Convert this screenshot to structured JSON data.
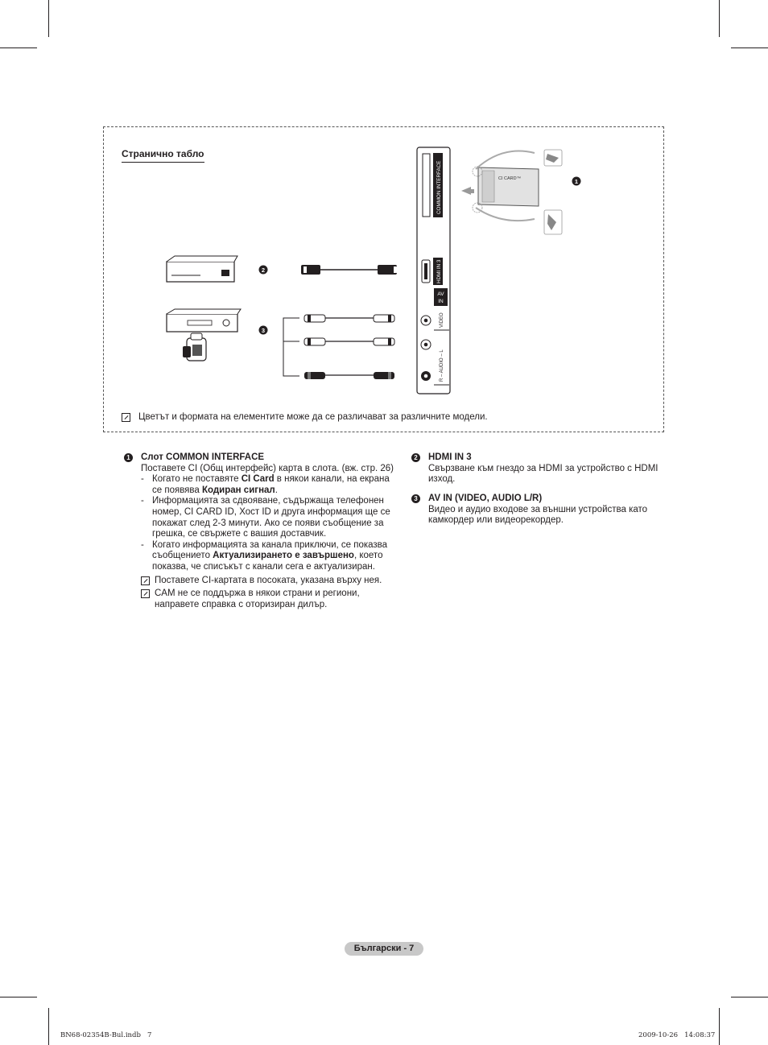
{
  "section": {
    "title": "Странично табло",
    "note": "Цветът и формата на елементите може да се различават за различните модели."
  },
  "diagram": {
    "labels": {
      "common_interface": "COMMON INTERFACE",
      "ci_card": "CI CARD™",
      "hdmi_in3": "HDMI IN 3",
      "av": "AV",
      "in": "IN",
      "video": "VIDEO",
      "audio": "R – AUDIO – L"
    },
    "markers": [
      "1",
      "2",
      "3"
    ]
  },
  "items": {
    "item1": {
      "number": "1",
      "title": "Слот COMMON INTERFACE",
      "intro": "Поставете CI (Общ интерфейс) карта в слота. (вж. стр. 26)",
      "bullet1_a": "Когато не поставяте ",
      "bullet1_b": "CI Card",
      "bullet1_c": " в някои канали, на екрана се появява ",
      "bullet1_d": "Кодиран сигнал",
      "bullet1_e": ".",
      "bullet2": "Информацията за сдвояване, съдържаща телефонен номер, CI CARD ID, Хост ID и друга информация ще се покажат след 2-3 минути. Ако се появи съобщение за грешка, се свържете с вашия доставчик.",
      "bullet3_a": "Когато информацията за канала приключи, се показва съобщението ",
      "bullet3_b": "Актуализирането е завършено",
      "bullet3_c": ", което показва, че списъкът с канали сега е актуализиран.",
      "note1": "Поставете CI-картата в посоката, указана върху нея.",
      "note2": "CAM не се поддържа в някои страни и региони, направете справка с оторизиран дилър."
    },
    "item2": {
      "number": "2",
      "title": "HDMI IN 3",
      "text": "Свързване към гнездо за HDMI за устройство с HDMI изход."
    },
    "item3": {
      "number": "3",
      "title": "AV IN (VIDEO, AUDIO L/R)",
      "text": "Видео и аудио входове за външни устройства като камкордер или видеорекордер."
    }
  },
  "page_label": "Български - 7",
  "footer": {
    "file": "BN68-02354B-Bul.indb   7",
    "timestamp": "2009-10-26   14:08:37"
  }
}
